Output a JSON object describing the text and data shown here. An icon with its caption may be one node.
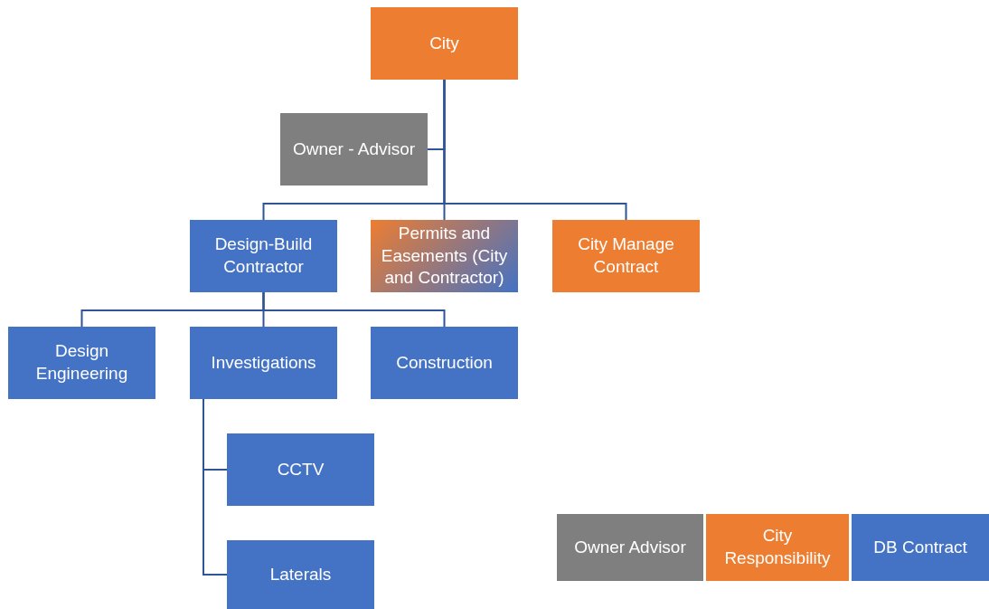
{
  "diagram": {
    "nodes": [
      {
        "text": [
          "City"
        ]
      },
      {
        "text": [
          "Owner - Advisor"
        ]
      },
      {
        "text": [
          "Design-Build Contractor"
        ]
      },
      {
        "text": [
          "Permits and Easements (City and Contractor)"
        ]
      },
      {
        "text": [
          "City Manage Contract"
        ]
      },
      {
        "text": [
          "Design Engineering"
        ]
      },
      {
        "text": [
          "Investigations"
        ]
      },
      {
        "text": [
          "Construction"
        ]
      },
      {
        "text": [
          "CCTV"
        ]
      },
      {
        "text": [
          "Laterals"
        ]
      }
    ],
    "edges": [
      {
        "from": 0,
        "to": 1,
        "arrow": "none"
      },
      {
        "from": 0,
        "to": 2,
        "arrow": "none"
      },
      {
        "from": 0,
        "to": 3,
        "arrow": "none"
      },
      {
        "from": 0,
        "to": 4,
        "arrow": "none"
      },
      {
        "from": 2,
        "to": 5,
        "arrow": "none"
      },
      {
        "from": 2,
        "to": 6,
        "arrow": "none"
      },
      {
        "from": 2,
        "to": 7,
        "arrow": "none"
      },
      {
        "from": 6,
        "to": 8,
        "arrow": "none"
      },
      {
        "from": 6,
        "to": 9,
        "arrow": "none"
      }
    ],
    "legend": [
      {
        "text": "Owner Advisor",
        "color": "#7f7f7f"
      },
      {
        "text": "City Responsibility",
        "color": "#ed7d31"
      },
      {
        "text": "DB Contract",
        "color": "#4472c4"
      }
    ]
  }
}
